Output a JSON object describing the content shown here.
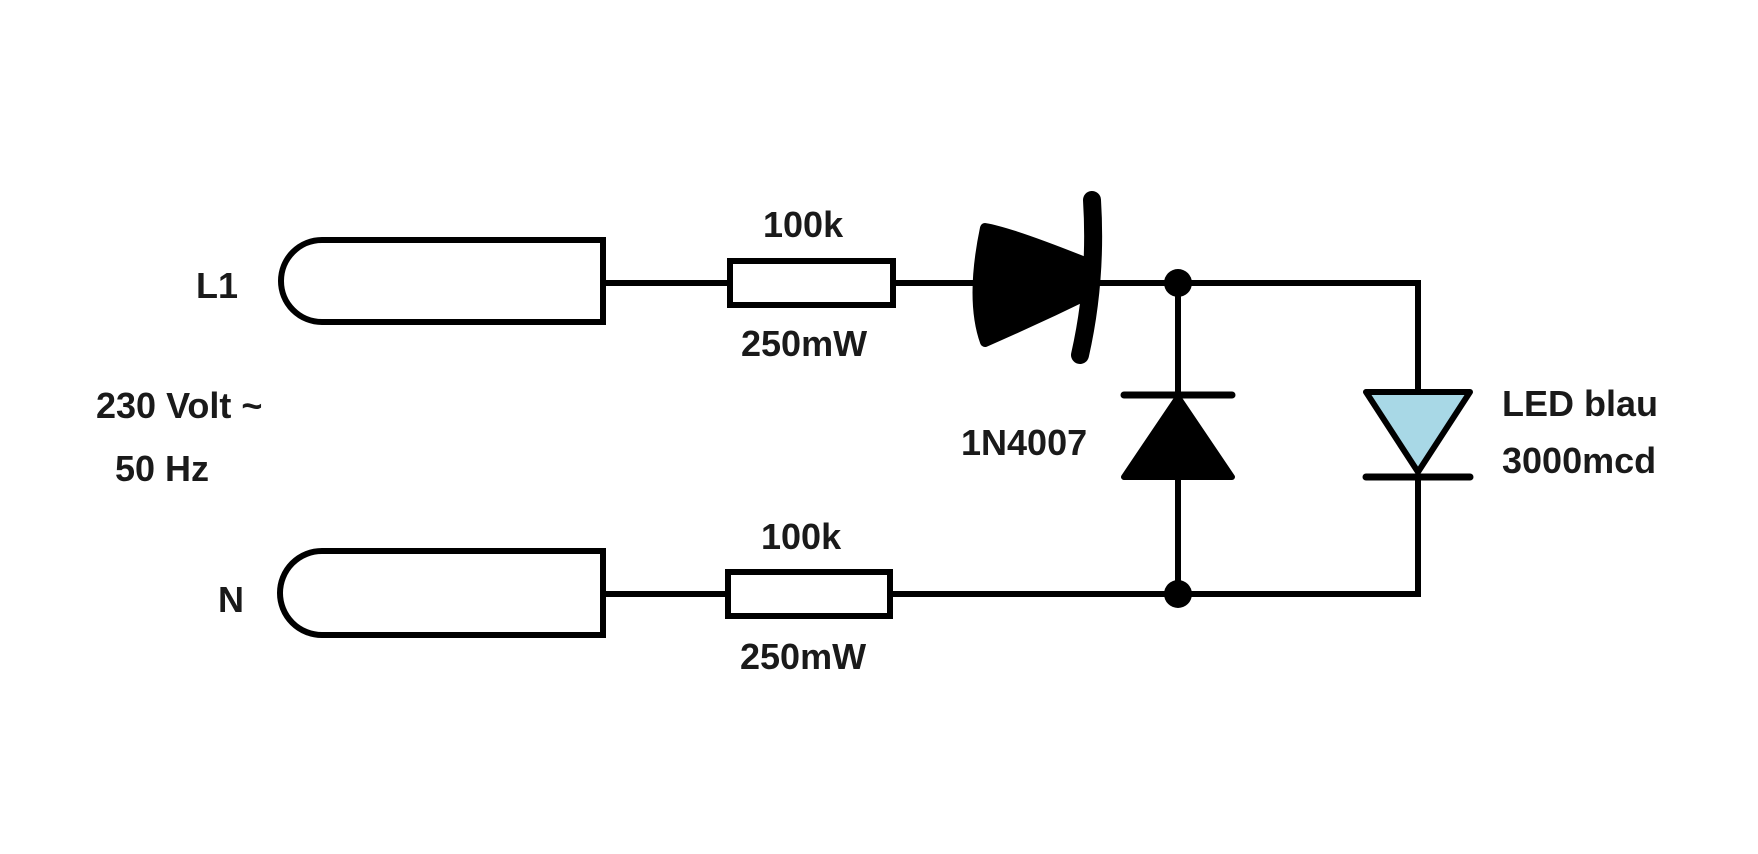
{
  "diagram": {
    "labels": {
      "l1": "L1",
      "n": "N",
      "supply_voltage": "230 Volt ~",
      "supply_frequency": "50 Hz",
      "r1_value": "100k",
      "r1_power": "250mW",
      "r2_value": "100k",
      "r2_power": "250mW",
      "diode": "1N4007",
      "led_name": "LED blau",
      "led_intensity": "3000mcd"
    },
    "colors": {
      "wire": "#000000",
      "led_fill": "#a8d8e6",
      "background": "#ffffff"
    }
  }
}
